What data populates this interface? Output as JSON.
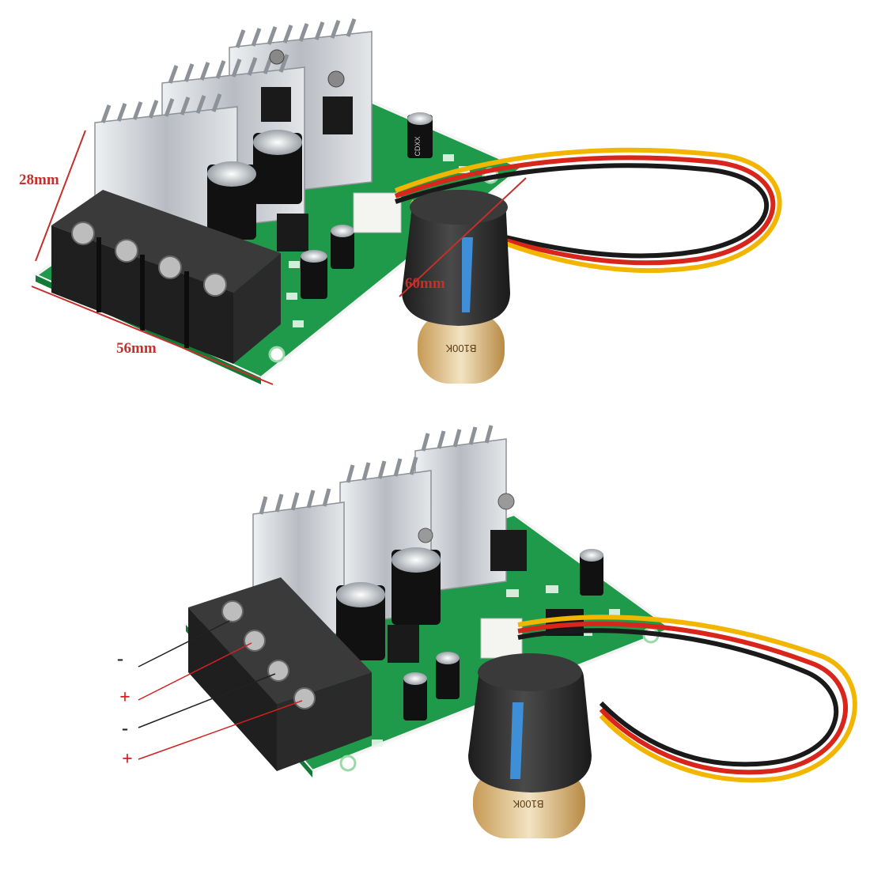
{
  "dimensions": {
    "height_label": "28mm",
    "width_label": "56mm",
    "length_label": "60mm"
  },
  "terminals": [
    {
      "label": "-",
      "color": "#222222"
    },
    {
      "label": "+",
      "color": "#d42020"
    },
    {
      "label": "-",
      "color": "#222222"
    },
    {
      "label": "+",
      "color": "#d42020"
    }
  ],
  "markings": {
    "pot_value": "B100K",
    "cap_label": "CDXX"
  },
  "colors": {
    "pcb": "#1f9a4a",
    "pcb_dark": "#16803b",
    "heatsink": "#c9ccd0",
    "terminal_block": "#1f1f1f",
    "knob": "#2b2b2b",
    "knob_stripe": "#3f8fd8",
    "wire_red": "#d8261c",
    "wire_yellow": "#f2b600",
    "wire_black": "#1a1a1a",
    "dim_line": "#c4302b"
  }
}
